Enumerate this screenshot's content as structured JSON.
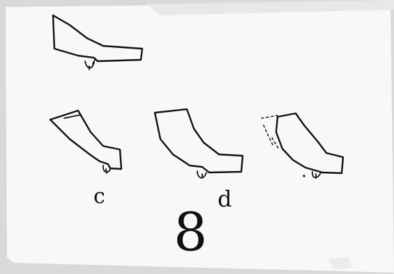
{
  "figure": {
    "number": "8",
    "sketch_labels": [
      "c",
      "d"
    ]
  },
  "colors": {
    "paper": "#f7f7f7",
    "ink": "#111111",
    "background": "#d9d9d9"
  }
}
